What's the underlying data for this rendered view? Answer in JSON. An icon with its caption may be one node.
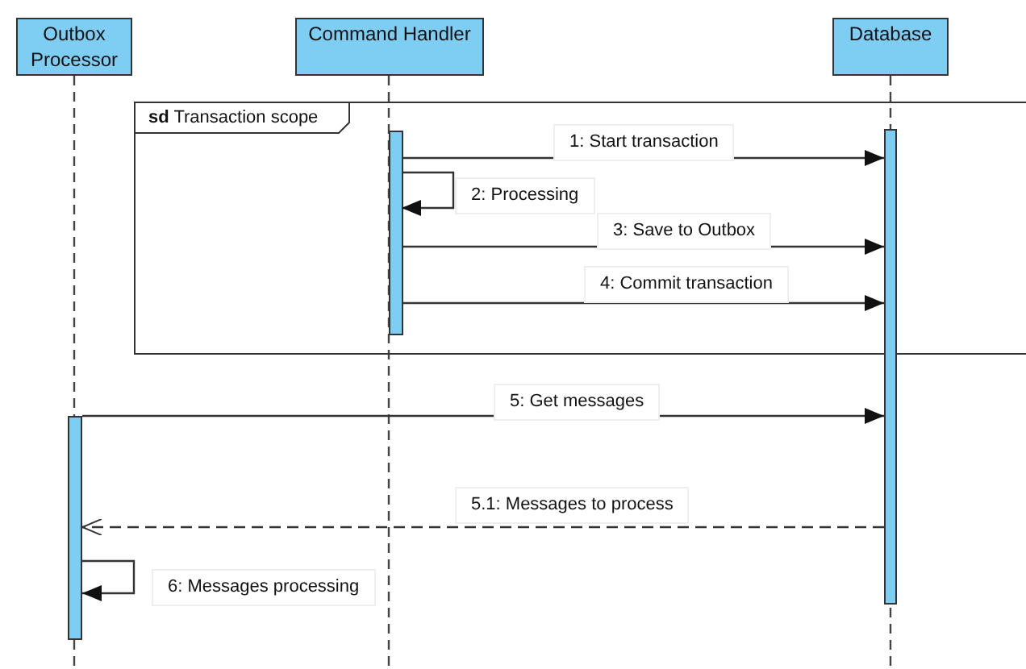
{
  "diagram": {
    "nodes": [
      {
        "text": [
          "Outbox Processor"
        ]
      },
      {
        "text": [
          "Command Handler"
        ]
      },
      {
        "text": [
          "Database"
        ]
      },
      {
        "text": [
          "**sd** Transaction scope"
        ]
      },
      {
        "text": [],
        "shape": "bar",
        "in": 3
      },
      {
        "text": [],
        "shape": "bar"
      },
      {
        "text": [],
        "shape": "bar"
      }
    ],
    "edges": [
      {
        "from": 4,
        "to": 5,
        "arrow": "to",
        "label": "1: Start transaction"
      },
      {
        "from": 4,
        "to": 4,
        "arrow": "to",
        "label": "2: Processing"
      },
      {
        "from": 4,
        "to": 5,
        "arrow": "to",
        "label": "3: Save to Outbox"
      },
      {
        "from": 4,
        "to": 5,
        "arrow": "to",
        "label": "4: Commit transaction"
      },
      {
        "from": 6,
        "to": 5,
        "arrow": "to",
        "label": "5: Get messages"
      },
      {
        "from": 5,
        "to": 6,
        "arrow": "to",
        "label": "5.1: Messages to process",
        "style": "dashed"
      },
      {
        "from": 6,
        "to": 6,
        "arrow": "to",
        "label": "6: Messages processing"
      }
    ]
  }
}
